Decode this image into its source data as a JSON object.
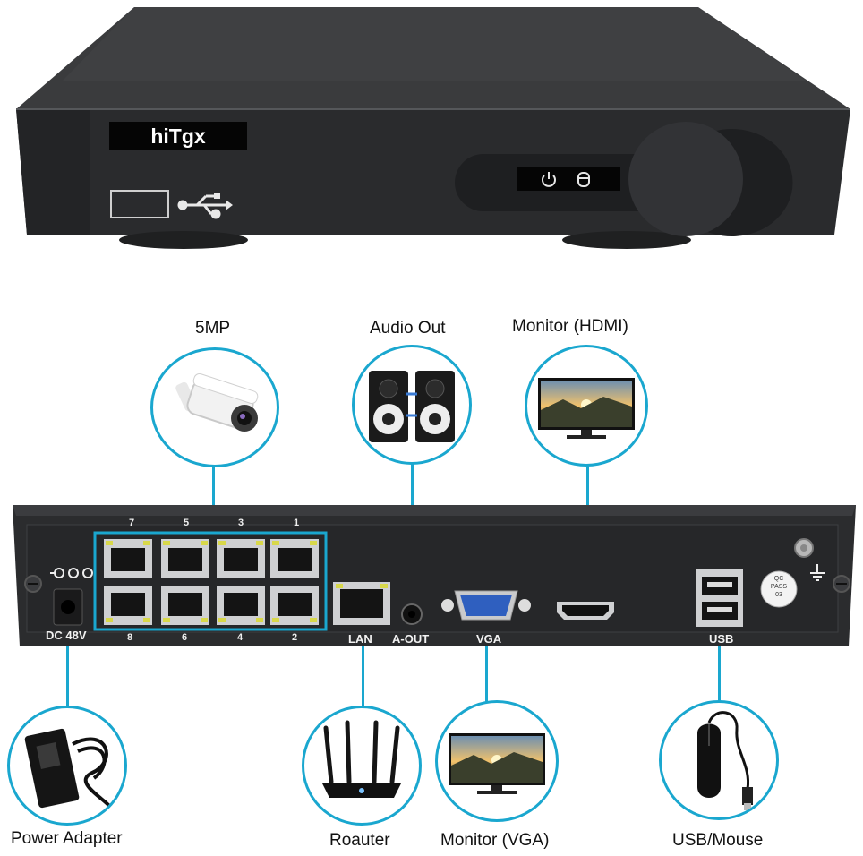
{
  "front_panel": {
    "brand": "hiTgx"
  },
  "rear_panel": {
    "port_numbers_top": [
      "7",
      "5",
      "3",
      "1"
    ],
    "port_numbers_bottom": [
      "8",
      "6",
      "4",
      "2"
    ],
    "port_labels": {
      "power": "DC 48V",
      "lan": "LAN",
      "audio": "A-OUT",
      "vga": "VGA",
      "usb": "USB"
    },
    "qc_sticker": [
      "QC",
      "PASS",
      "03"
    ]
  },
  "callouts": {
    "camera": "5MP",
    "audio": "Audio Out",
    "hdmi": "Monitor (HDMI)",
    "power": "Power Adapter",
    "router": "Roauter",
    "vga": "Monitor (VGA)",
    "usb": "USB/Mouse"
  },
  "colors": {
    "accent": "#1aa7cf",
    "device_body": "#2b2c2e",
    "led_yellow": "#d8d84a"
  }
}
